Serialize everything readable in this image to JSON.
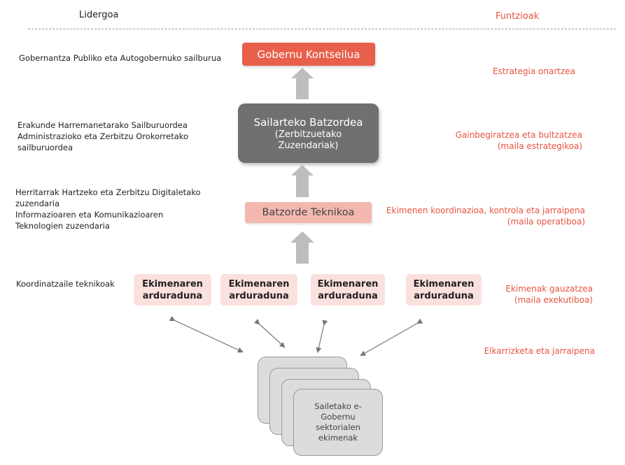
{
  "header": {
    "left_title": "Lidergoa",
    "right_title": "Funtzioak"
  },
  "levels": [
    {
      "left_lines": [
        "Gobernantza Publiko eta Autogobernuko sailburua"
      ],
      "box_lines": [
        "Gobernu Kontseilua"
      ],
      "right_lines": [
        "Estrategia onartzea"
      ]
    },
    {
      "left_lines": [
        "Erakunde Harremanetarako Sailburuordea",
        "Administrazioko eta Zerbitzu Orokorretako",
        "sailburuordea"
      ],
      "box_lines": [
        "Sailarteko Batzordea",
        "(Zerbitzuetako",
        "Zuzendariak)"
      ],
      "right_lines": [
        "Gainbegiratzea eta bultzatzea",
        "(maila estrategikoa)"
      ]
    },
    {
      "left_lines": [
        "Herritarrak Hartzeko eta Zerbitzu Digitaletako",
        "zuzendaria",
        "Informazioaren eta Komunikazioaren",
        "Teknologien zuzendaria"
      ],
      "box_lines": [
        "Batzorde Teknikoa"
      ],
      "right_lines": [
        "Ekimenen  koordinazioa, kontrola eta jarraipena",
        "(maila operatiboa)"
      ]
    },
    {
      "left_lines": [
        "Koordinatzaile teknikoak"
      ],
      "responsible_boxes": [
        [
          "Ekimenaren",
          "arduraduna"
        ],
        [
          "Ekimenaren",
          "arduraduna"
        ],
        [
          "Ekimenaren",
          "arduraduna"
        ],
        [
          "Ekimenaren",
          "arduraduna"
        ]
      ],
      "right_lines": [
        "Ekimenak gauzatzea",
        "(maila exekutiboa)"
      ]
    }
  ],
  "bottom": {
    "right_label": "Elkarrizketa eta jarraipena",
    "stack_lines": [
      "Sailetako e-",
      "Gobernu",
      "sektorialen",
      "ekimenak"
    ]
  },
  "colors": {
    "accent_red": "#e8533f",
    "gov_box": "#e8604b",
    "committee_box": "#707070",
    "technical_box": "#f2b8b0",
    "responsible_box": "#fbe1de",
    "arrow_fill": "#bdbdbd",
    "card_fill": "#dcdcdc"
  }
}
